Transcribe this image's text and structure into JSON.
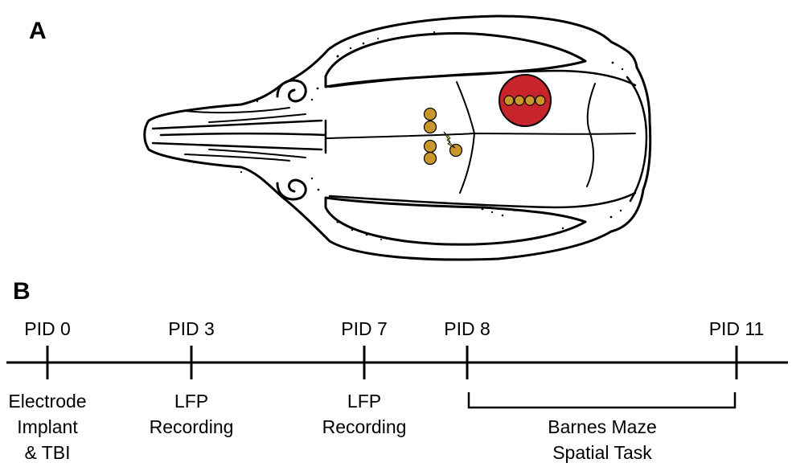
{
  "panels": {
    "a_label": "A",
    "b_label": "B"
  },
  "colors": {
    "electrode": "#c9962c",
    "injury_site": "#c8242c",
    "stimulus_bolt": "#f2e61a",
    "line": "#000000"
  },
  "timeline": {
    "ticks": [
      {
        "label": "PID 0",
        "caption": [
          "Electrode",
          "Implant",
          "& TBI"
        ]
      },
      {
        "label": "PID 3",
        "caption": [
          "LFP",
          "Recording"
        ]
      },
      {
        "label": "PID 7",
        "caption": [
          "LFP",
          "Recording"
        ]
      },
      {
        "label": "PID 8",
        "caption": []
      },
      {
        "label": "PID 11",
        "caption": []
      }
    ],
    "bracket_caption": [
      "Barnes Maze",
      "Spatial Task"
    ]
  }
}
